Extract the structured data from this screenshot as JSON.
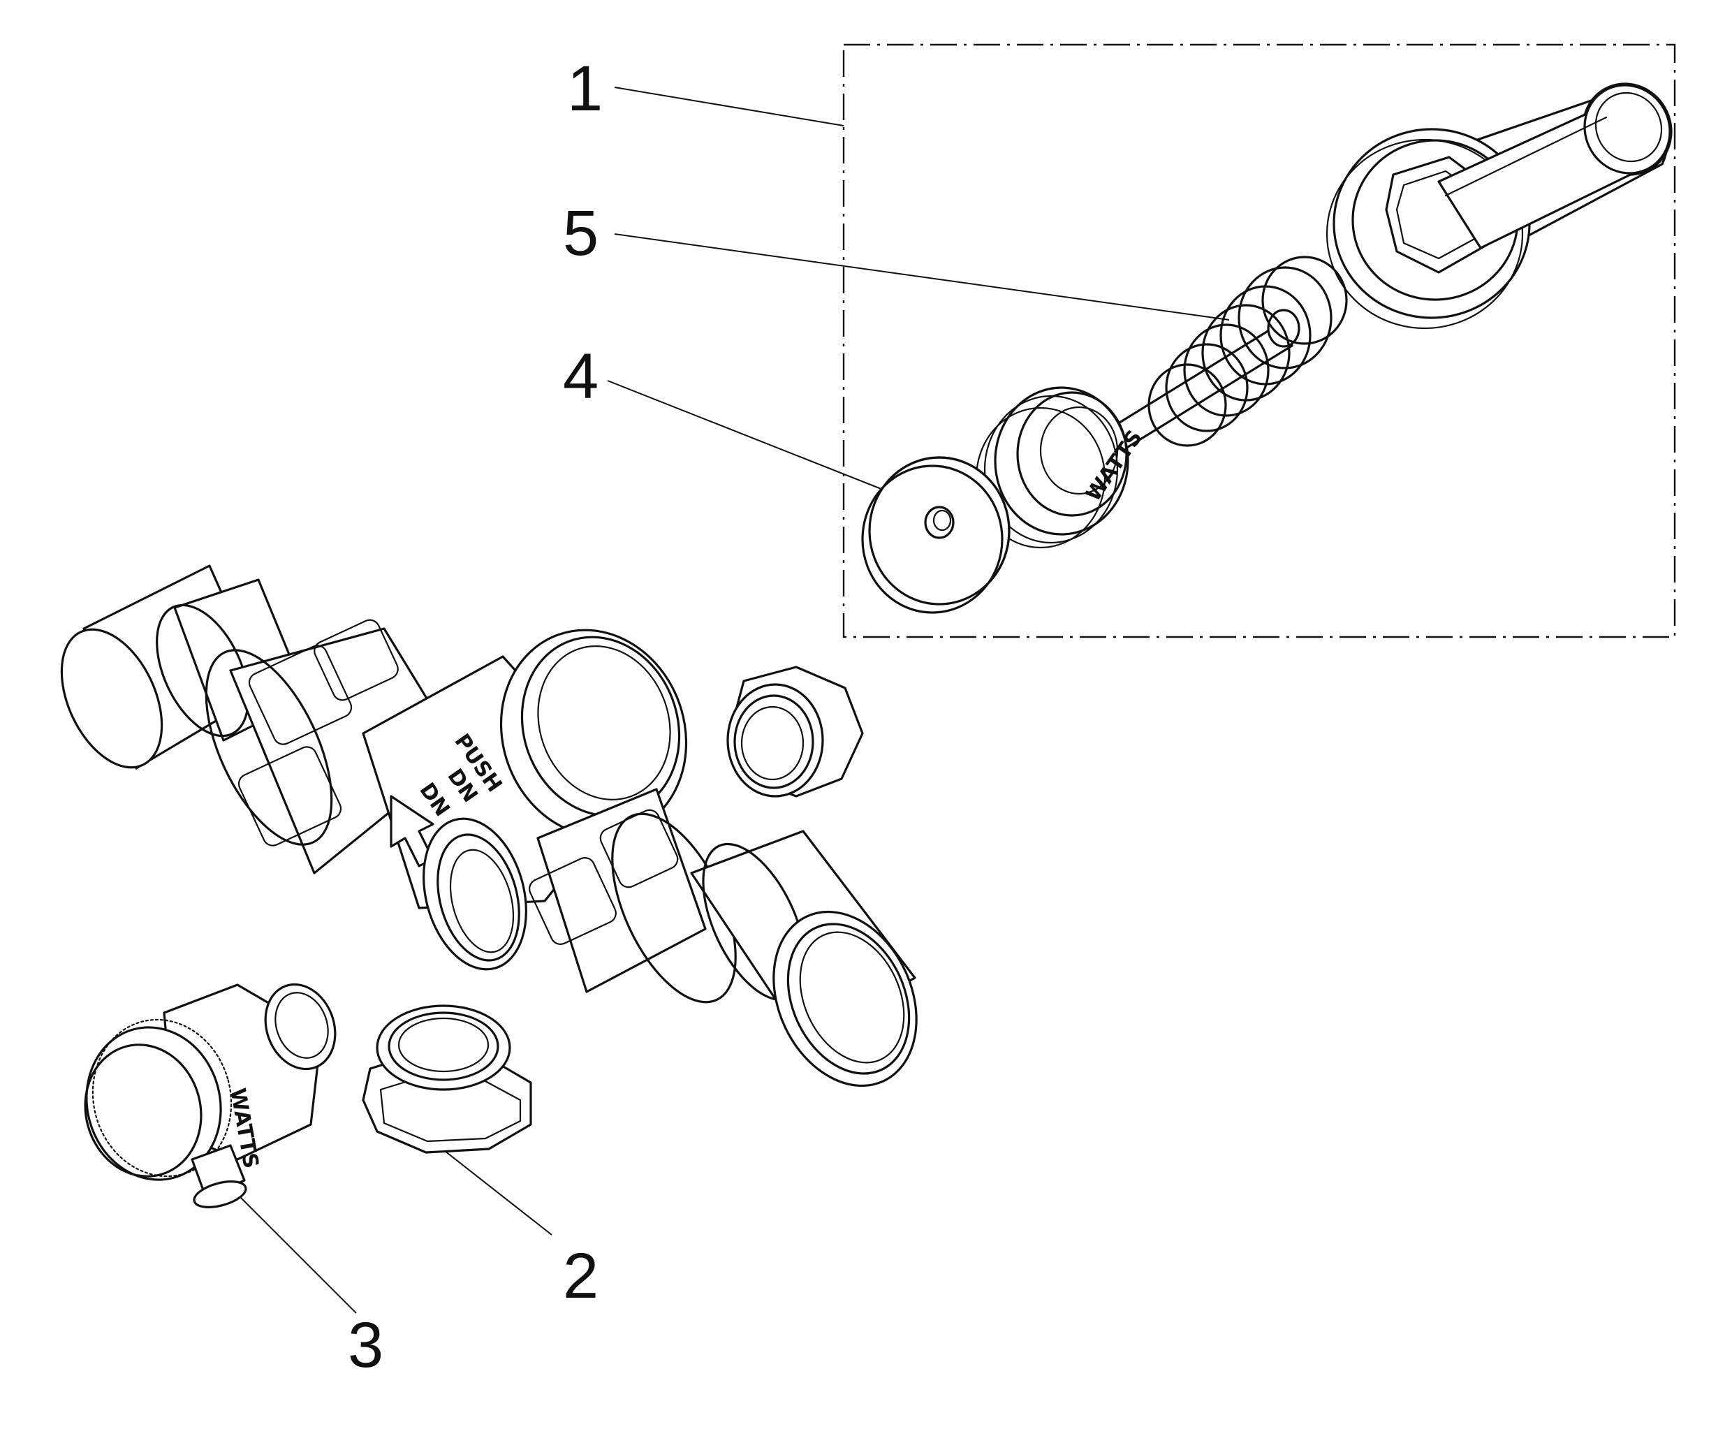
{
  "diagram": {
    "callouts": [
      {
        "id": "1",
        "label": "1"
      },
      {
        "id": "2",
        "label": "2"
      },
      {
        "id": "3",
        "label": "3"
      },
      {
        "id": "4",
        "label": "4"
      },
      {
        "id": "5",
        "label": "5"
      }
    ],
    "markings": {
      "body_text_1": "PUSH",
      "body_text_2": "DN",
      "body_text_3": "DN",
      "valve_text": "WATTS",
      "disc_text": "WATTS"
    }
  }
}
